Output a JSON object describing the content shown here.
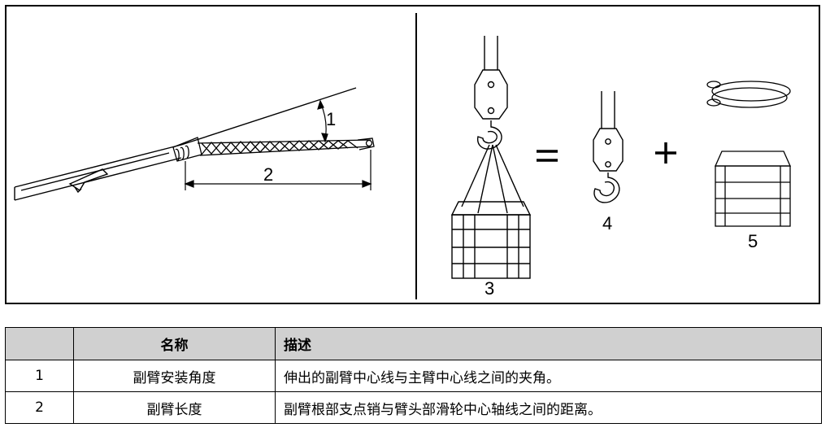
{
  "figure": {
    "callouts": {
      "c1": "1",
      "c2": "2",
      "c3": "3",
      "c4": "4",
      "c5": "5"
    },
    "equals_sign": "=",
    "plus_sign": "+"
  },
  "table": {
    "headers": {
      "num": "",
      "name": "名称",
      "desc": "描述"
    },
    "rows": [
      {
        "num": "1",
        "name": "副臂安装角度",
        "desc": "伸出的副臂中心线与主臂中心线之间的夹角。"
      },
      {
        "num": "2",
        "name": "副臂长度",
        "desc": "副臂根部支点销与臂头部滑轮中心轴线之间的距离。"
      }
    ]
  }
}
